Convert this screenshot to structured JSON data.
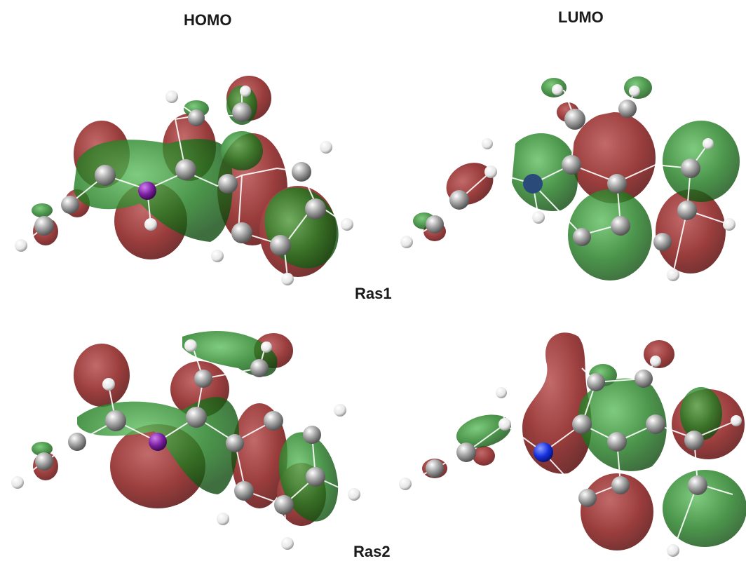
{
  "headers": {
    "homo": "HOMO",
    "lumo": "LUMO"
  },
  "rows": [
    {
      "label": "Ras1"
    },
    {
      "label": "Ras2"
    }
  ],
  "colors": {
    "positive_lobe": "#8a1c1c",
    "negative_lobe": "#1f7a1f",
    "carbon_atom": "#9a9a9a",
    "hydrogen_atom": "#f2f2f2",
    "homo_heteroatom": "#7a1fa0",
    "lumo_heteroatom": "#1530e0"
  }
}
